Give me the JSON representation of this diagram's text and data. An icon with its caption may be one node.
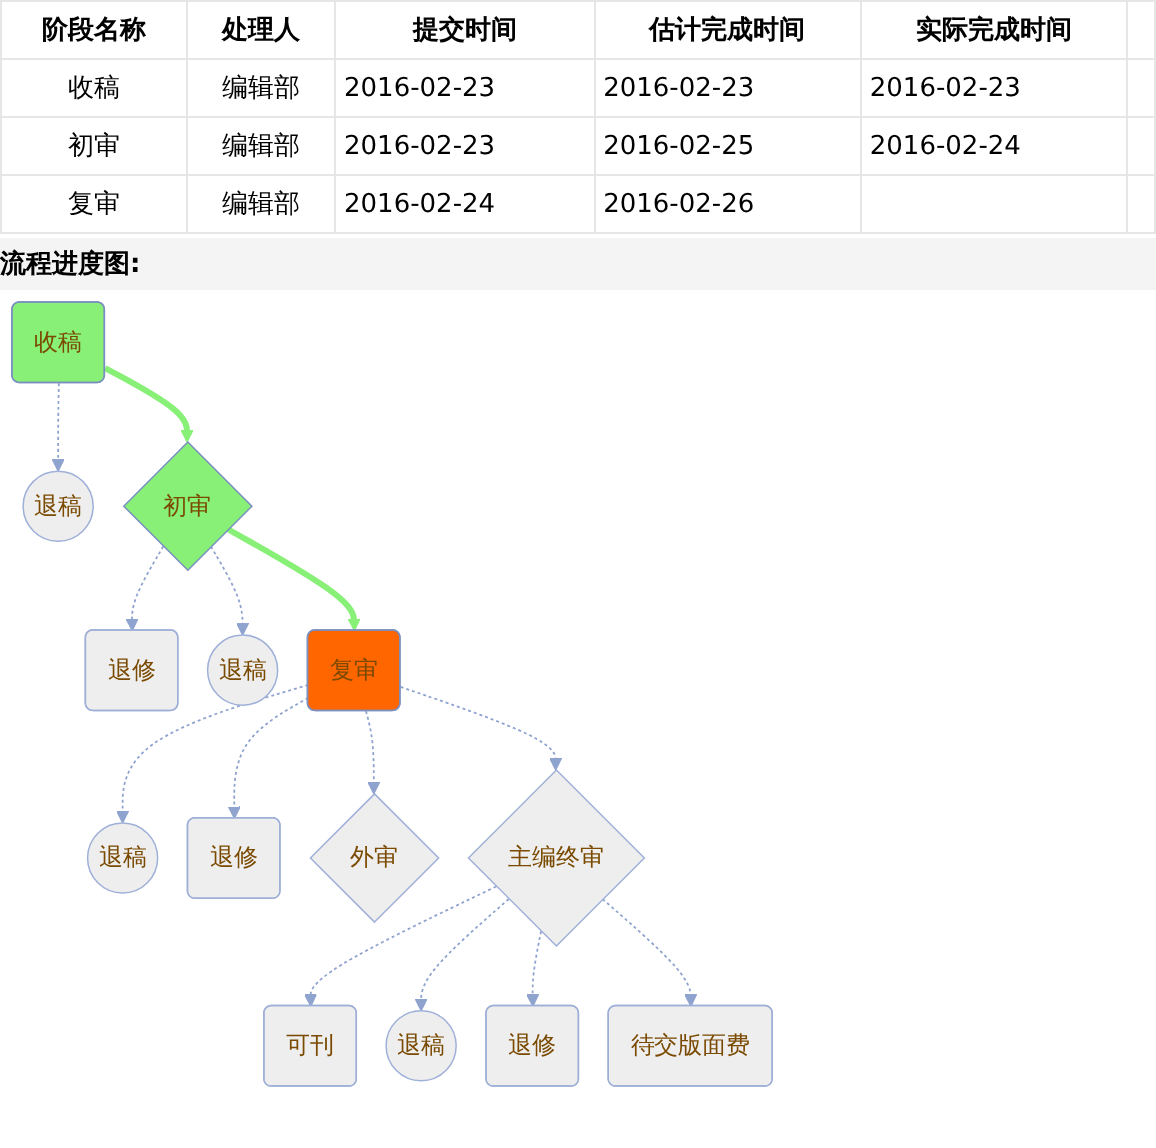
{
  "diagram": {
    "nodes": [
      {
        "text": [
          "收稿"
        ]
      },
      {
        "text": [
          "退稿"
        ]
      },
      {
        "text": [
          "初审"
        ]
      },
      {
        "text": [
          "退修"
        ]
      },
      {
        "text": [
          "退稿"
        ]
      },
      {
        "text": [
          "复审"
        ]
      },
      {
        "text": [
          "退稿"
        ]
      },
      {
        "text": [
          "退修"
        ]
      },
      {
        "text": [
          "外审"
        ]
      },
      {
        "text": [
          "主编终审"
        ]
      },
      {
        "text": [
          "可刊"
        ]
      },
      {
        "text": [
          "退稿"
        ]
      },
      {
        "text": [
          "退修"
        ]
      },
      {
        "text": [
          "待交版面费"
        ]
      }
    ],
    "edges": [
      {
        "from": 0,
        "to": 2,
        "arrow": "to",
        "style": "thick",
        "color": "#88f077"
      },
      {
        "from": 0,
        "to": 1,
        "arrow": "to",
        "style": "dashed"
      },
      {
        "from": 2,
        "to": 5,
        "arrow": "to",
        "style": "thick",
        "color": "#88f077"
      },
      {
        "from": 2,
        "to": 3,
        "arrow": "to",
        "style": "dashed"
      },
      {
        "from": 2,
        "to": 4,
        "arrow": "to",
        "style": "dashed"
      },
      {
        "from": 5,
        "to": 6,
        "arrow": "to",
        "style": "dashed"
      },
      {
        "from": 5,
        "to": 7,
        "arrow": "to",
        "style": "dashed"
      },
      {
        "from": 5,
        "to": 8,
        "arrow": "to",
        "style": "dashed"
      },
      {
        "from": 5,
        "to": 9,
        "arrow": "to",
        "style": "dashed"
      },
      {
        "from": 9,
        "to": 10,
        "arrow": "to",
        "style": "dashed"
      },
      {
        "from": 9,
        "to": 11,
        "arrow": "to",
        "style": "dashed"
      },
      {
        "from": 9,
        "to": 12,
        "arrow": "to",
        "style": "dashed"
      },
      {
        "from": 9,
        "to": 13,
        "arrow": "to",
        "style": "dashed"
      }
    ],
    "labels": [
      "阶段名称",
      "处理人",
      "提交时间",
      "估计完成时间",
      "实际完成时间",
      "收稿",
      "编辑部",
      "2016-02-23",
      "2016-02-23",
      "2016-02-23",
      "初审",
      "编辑部",
      "2016-02-23",
      "2016-02-25",
      "2016-02-24",
      "复审",
      "编辑部",
      "2016-02-24",
      "2016-02-26",
      "流程进度图:"
    ]
  }
}
